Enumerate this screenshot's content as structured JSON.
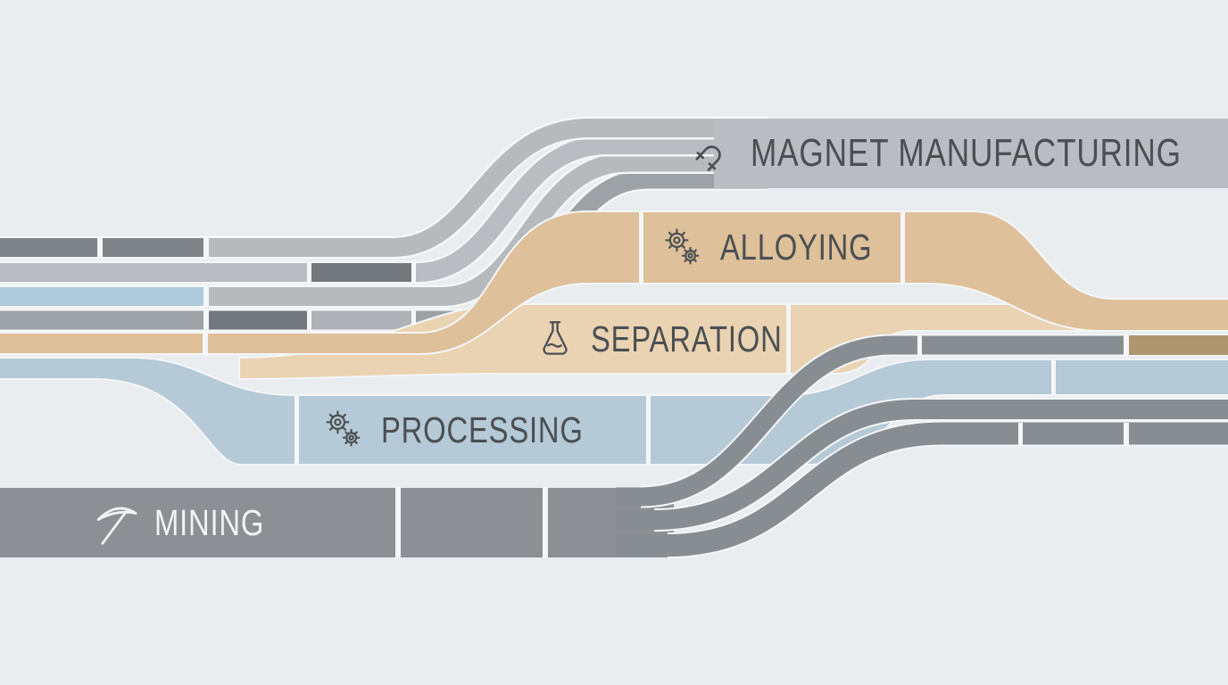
{
  "diagram": {
    "stages": [
      {
        "id": "mining",
        "label": "MINING",
        "icon": "pickaxe-icon",
        "band_color": "#8c9094",
        "text_color": "#f1f3f4"
      },
      {
        "id": "processing",
        "label": "PROCESSING",
        "icon": "gears-icon",
        "band_color": "#b5c9d6",
        "text_color": "#4b4f52"
      },
      {
        "id": "separation",
        "label": "SEPARATION",
        "icon": "flask-icon",
        "band_color": "#ead3b2",
        "text_color": "#4b4f52"
      },
      {
        "id": "alloying",
        "label": "ALLOYING",
        "icon": "gears-icon",
        "band_color": "#dec09a",
        "text_color": "#4b4f52"
      },
      {
        "id": "magnet_manufacturing",
        "label": "MAGNET MANUFACTURING",
        "icon": "magnet-icon",
        "band_color": "#b9bdc1",
        "text_color": "#4b4f52"
      }
    ],
    "palette": {
      "background": "#e9edef",
      "divider": "#f4f6f8",
      "band_light_gray": "#b9bdc1",
      "band_light_gray_2": "#b6babd",
      "band_medium_gray": "#9da2a6",
      "seg_dark_gray": "#7e8387",
      "seg_darker_gray": "#73787c",
      "seg_light_gray": "#aeb2b6",
      "band_blue": "#b5c9d6",
      "seg_blue": "#aecadb",
      "band_mining_gray": "#8c9094",
      "strip_gray": "#888d91",
      "band_tan": "#dec09a",
      "band_tan_light": "#ead3b2",
      "seg_olive": "#ae9770",
      "text_dark": "#4b4f52",
      "text_light": "#f1f3f4"
    }
  }
}
